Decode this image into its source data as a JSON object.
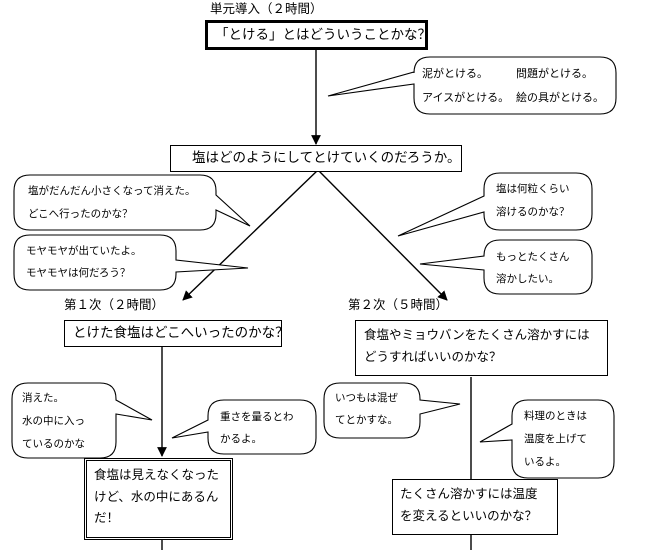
{
  "unit_intro": {
    "label": "単元導入（２時間）",
    "question": "「とける」とはどういうことかな？",
    "speech": [
      "泥がとける。",
      "問題がとける。",
      "アイスがとける。",
      "絵の具がとける。"
    ]
  },
  "main_question": "塩はどのようにしてとけていくのだろうか。",
  "speech_left": [
    [
      "塩がだんだん小さくなって消えた。",
      "どこへ行ったのかな？"
    ],
    [
      "モヤモヤが出ていたよ。",
      "モヤモヤは何だろう？"
    ]
  ],
  "speech_right": [
    [
      "塩は何粒くらい",
      "溶けるのかな？"
    ],
    [
      "もっとたくさん",
      "溶かしたい。"
    ]
  ],
  "first": {
    "label": "第１次（２時間）",
    "question": "とけた食塩はどこへいったのかな？",
    "speech_a": [
      "消えた。",
      "水の中に入っ",
      "ているのかな"
    ],
    "speech_b": [
      "重さを量るとわ",
      "かるよ。"
    ],
    "conclusion": [
      "食塩は見えなくなった",
      "けど、水の中にあるん",
      "だ！"
    ]
  },
  "second": {
    "label": "第２次（５時間）",
    "question": [
      "食塩やミョウバンをたくさん溶かすには",
      "どうすればいいのかな？"
    ],
    "speech_a": [
      "いつもは混ぜ",
      "てとかすな。"
    ],
    "speech_b": [
      "料理のときは",
      "温度を上げて",
      "いるよ。"
    ],
    "conclusion": [
      "たくさん溶かすには温度",
      "を変えるといいのかな？"
    ]
  }
}
